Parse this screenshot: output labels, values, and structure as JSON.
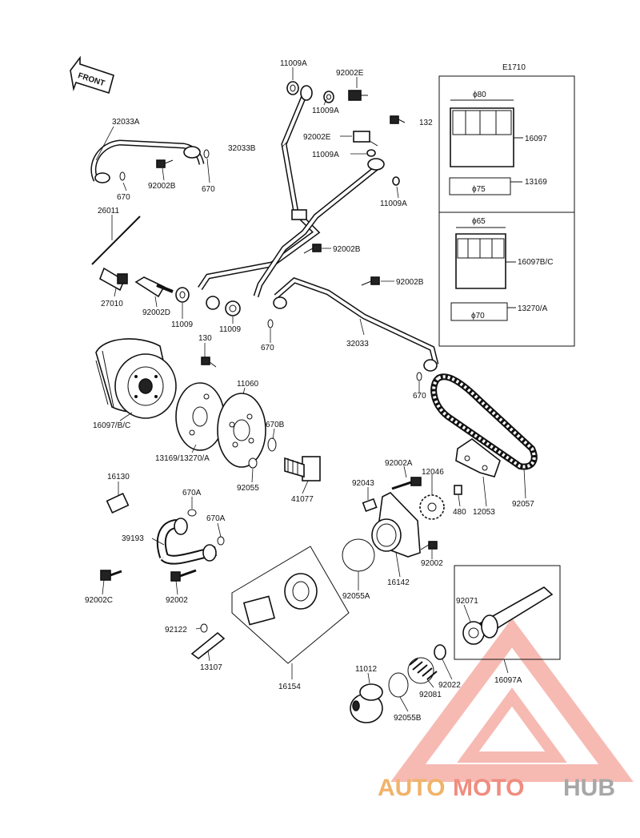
{
  "diagram_code": "E1710",
  "front_label": "FRONT",
  "labels": {
    "p_11009A_top": "11009A",
    "p_92002E_top": "92002E",
    "p_11009A_mid": "11009A",
    "p_132": "132",
    "p_92002E_mid": "92002E",
    "p_11009A_r": "11009A",
    "p_11009A_low": "11009A",
    "p_32033A": "32033A",
    "p_32033B": "32033B",
    "p_670_a": "670",
    "p_92002B_a": "92002B",
    "p_670_b": "670",
    "p_26011": "26011",
    "p_92002B_b": "92002B",
    "p_92002B_c": "92002B",
    "p_27010": "27010",
    "p_92002D": "92002D",
    "p_11009_a": "11009",
    "p_11009_b": "11009",
    "p_670_c": "670",
    "p_32033": "32033",
    "p_130": "130",
    "p_11060": "11060",
    "p_670B": "670B",
    "p_16097BC_left": "16097/B/C",
    "p_13169_13270A": "13169/13270/A",
    "p_92055": "92055",
    "p_41077": "41077",
    "p_670_d": "670",
    "p_92057": "92057",
    "p_92002A": "92002A",
    "p_12046": "12046",
    "p_92043": "92043",
    "p_480": "480",
    "p_12053": "12053",
    "p_16130": "16130",
    "p_670A_a": "670A",
    "p_670A_b": "670A",
    "p_39193": "39193",
    "p_92002C": "92002C",
    "p_92002_a": "92002",
    "p_92002_b": "92002",
    "p_16142": "16142",
    "p_92055A": "92055A",
    "p_92071": "92071",
    "p_92122": "92122",
    "p_13107": "13107",
    "p_16154": "16154",
    "p_11012": "11012",
    "p_92081": "92081",
    "p_92022": "92022",
    "p_16097A": "16097A",
    "p_92055B": "92055B"
  },
  "inset": {
    "filter1_dim": "ϕ80",
    "filter1_part": "16097",
    "gasket1_dim": "ϕ75",
    "gasket1_part": "13169",
    "filter2_dim": "ϕ65",
    "filter2_part": "16097B/C",
    "gasket2_dim": "ϕ70",
    "gasket2_part": "13270/A"
  },
  "watermark": {
    "part1": "AUTO",
    "part2": "MOTO",
    "part3": "HUB",
    "color_auto": "#f0b36a",
    "color_moto": "#ef8d7f",
    "color_hub": "#a7a7a7",
    "triangle_color": "#f4a39a"
  }
}
